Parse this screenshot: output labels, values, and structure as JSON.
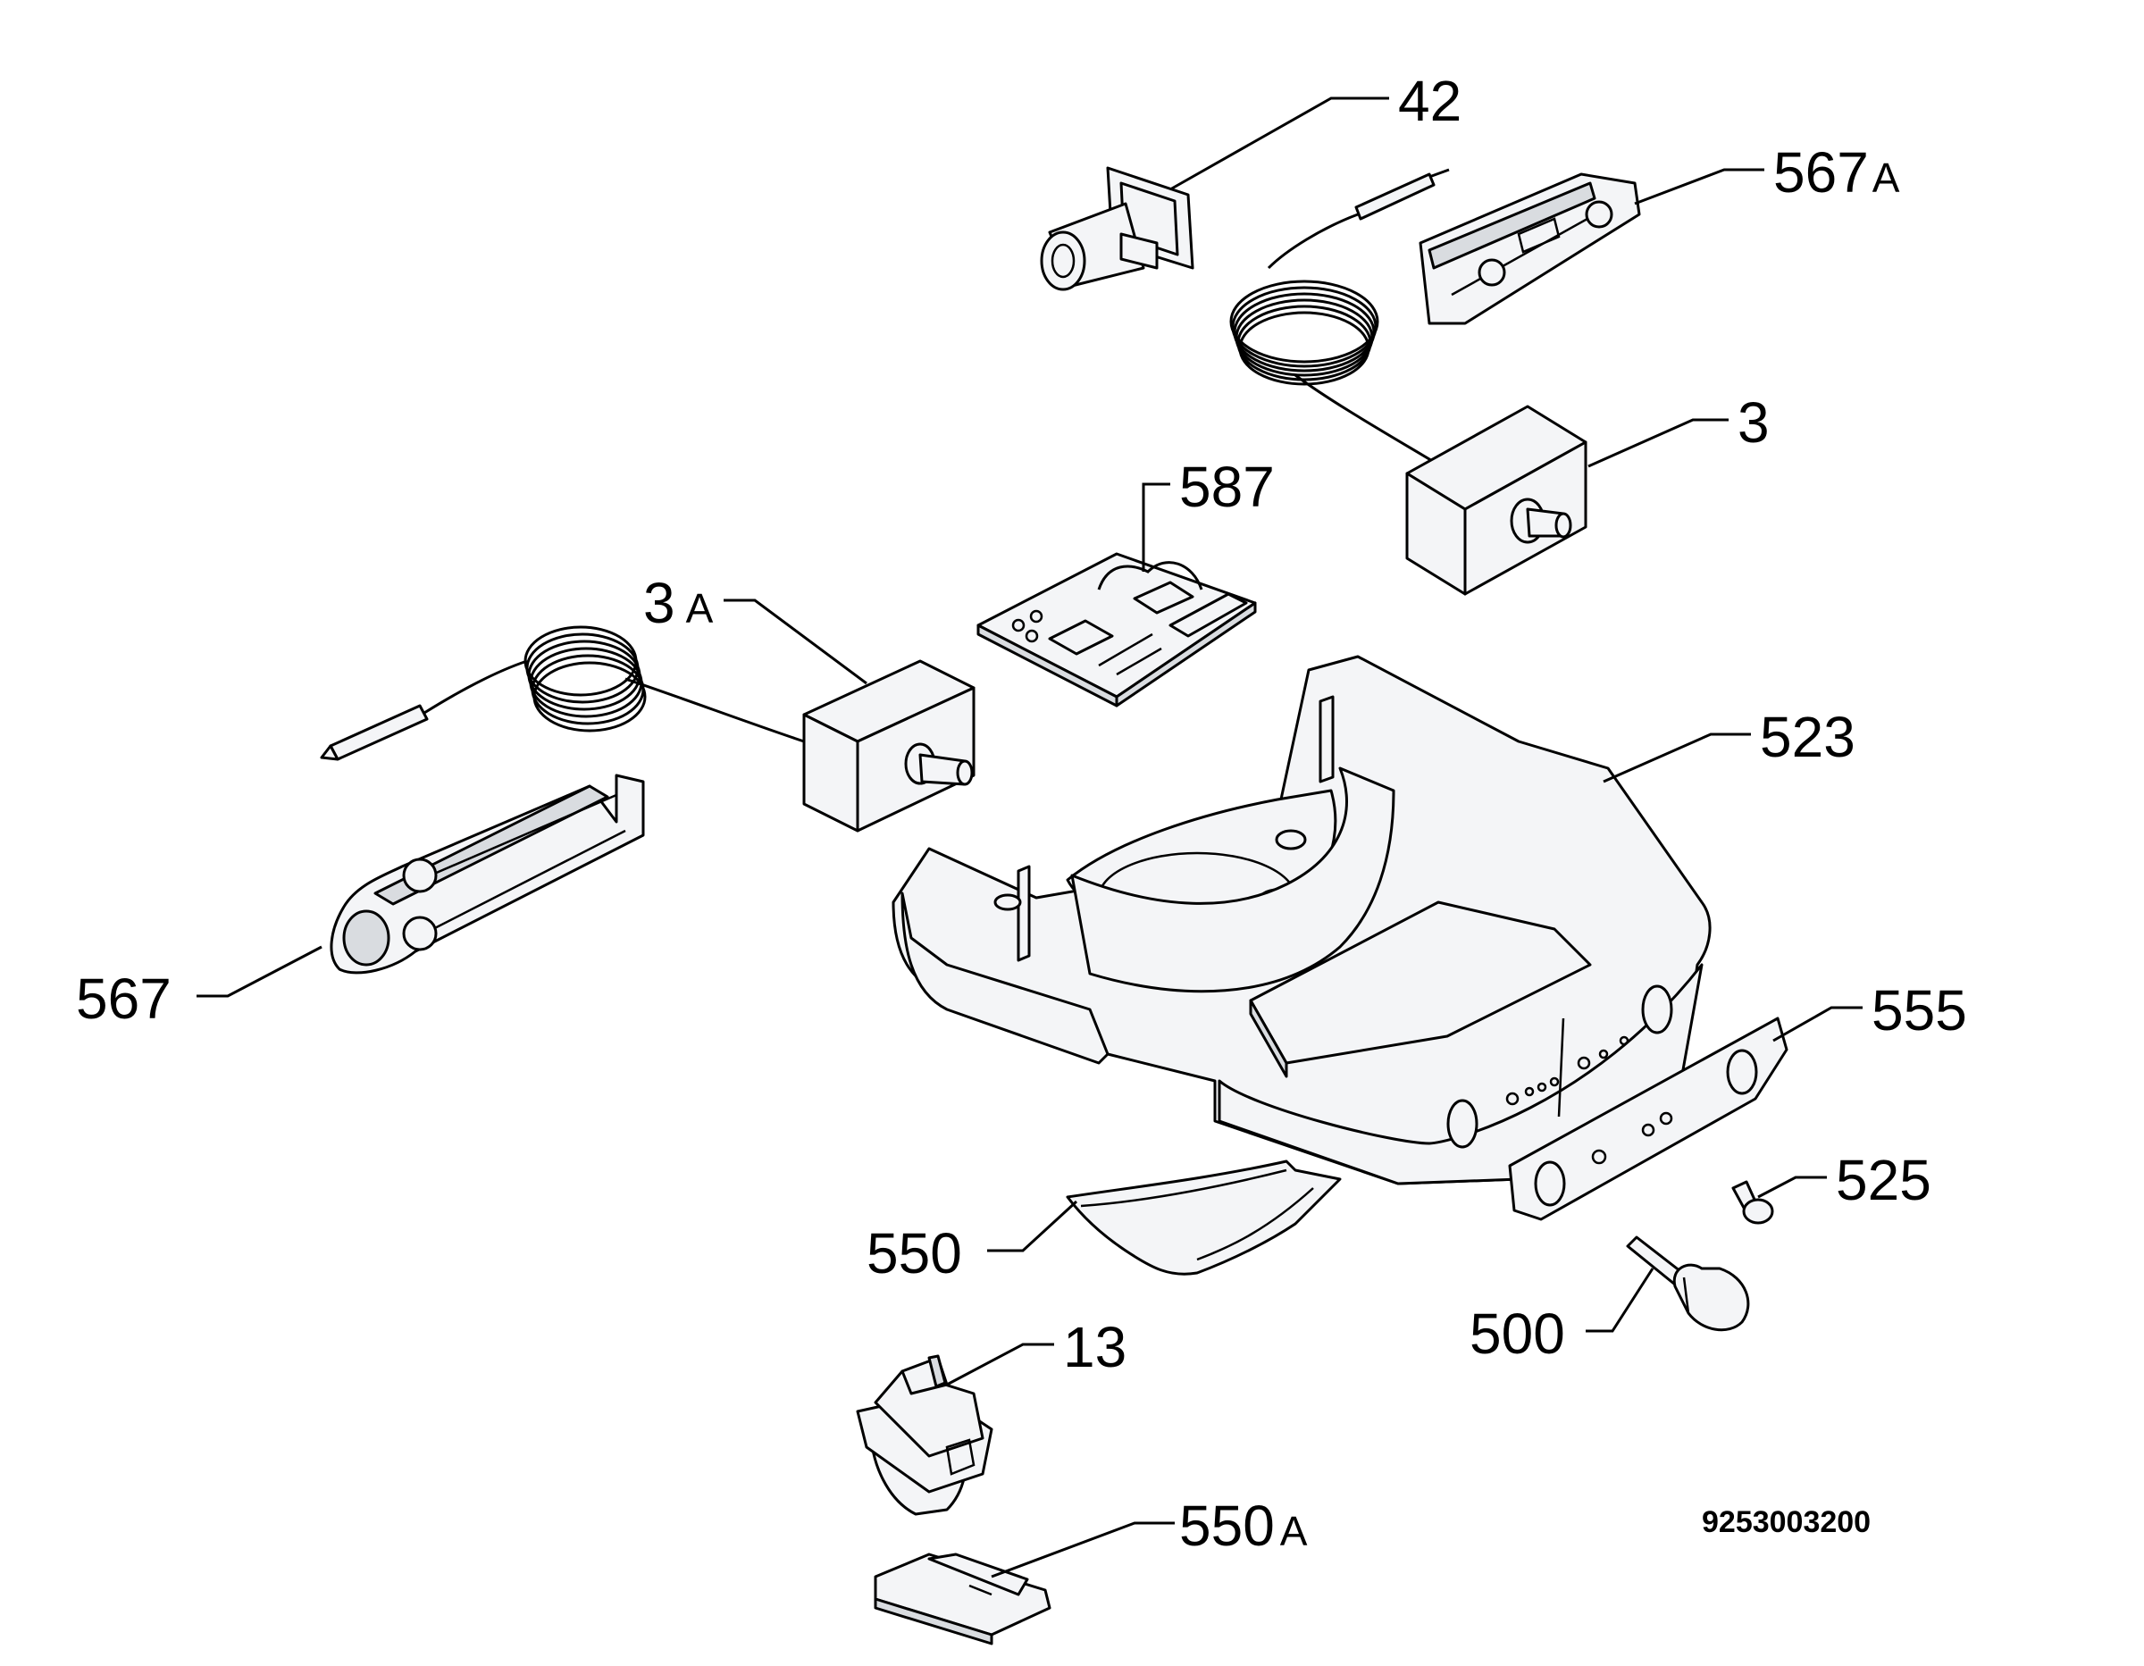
{
  "diagram": {
    "document_number": "9253003200",
    "callouts": [
      {
        "id": "42",
        "text": "42"
      },
      {
        "id": "567A",
        "text": "567",
        "suffix": "A"
      },
      {
        "id": "3",
        "text": "3"
      },
      {
        "id": "587",
        "text": "587"
      },
      {
        "id": "3A",
        "text": "3",
        "suffix": "A"
      },
      {
        "id": "523",
        "text": "523"
      },
      {
        "id": "567",
        "text": "567"
      },
      {
        "id": "555",
        "text": "555"
      },
      {
        "id": "525",
        "text": "525"
      },
      {
        "id": "550",
        "text": "550"
      },
      {
        "id": "500",
        "text": "500"
      },
      {
        "id": "13",
        "text": "13"
      },
      {
        "id": "550A",
        "text": "550",
        "suffix": "A"
      }
    ]
  }
}
